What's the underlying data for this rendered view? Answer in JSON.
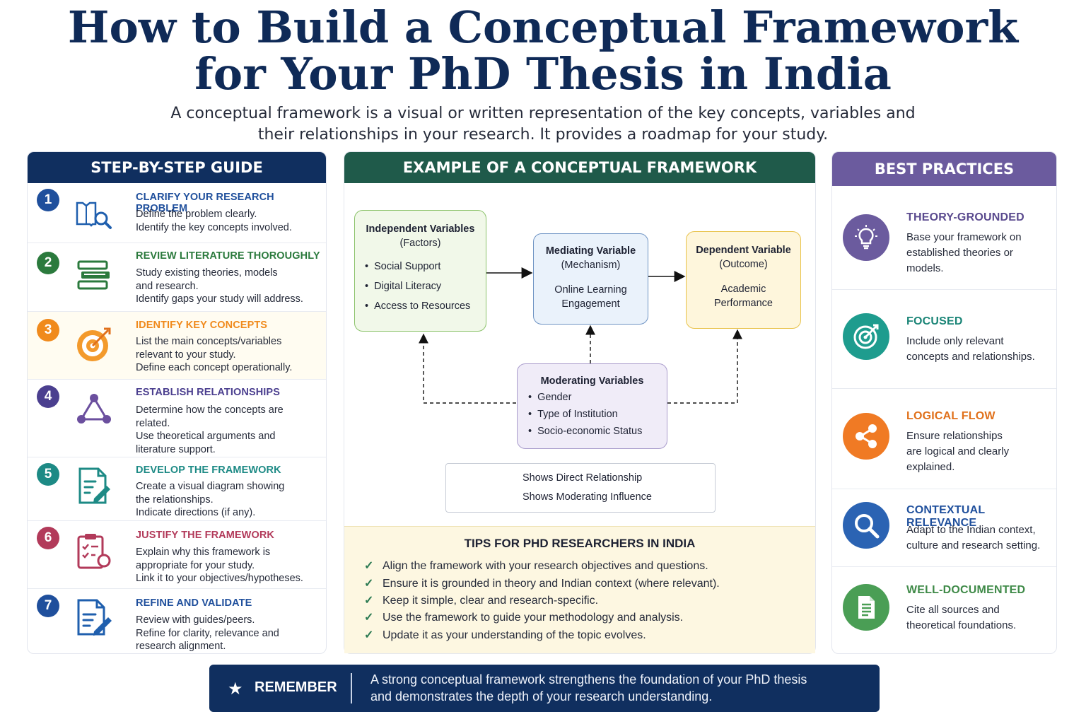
{
  "header": {
    "title_line1": "How to Build a Conceptual Framework",
    "title_line2": "for Your PhD Thesis in India",
    "subtitle_line1": "A conceptual framework is a visual or written representation of the key concepts, variables and",
    "subtitle_line2": "their relationships in your research. It provides a roadmap for your study."
  },
  "steps": {
    "heading": "STEP-BY-STEP GUIDE",
    "items": [
      {
        "num": "1",
        "title": "CLARIFY YOUR RESEARCH PROBLEM",
        "lines": [
          "Define the problem clearly.",
          "Identify the key concepts involved."
        ],
        "color": "#1f4f9c",
        "icon": "book-search-icon"
      },
      {
        "num": "2",
        "title": "REVIEW LITERATURE THOROUGHLY",
        "lines": [
          "Study existing theories, models",
          "and research.",
          "Identify gaps your study will address."
        ],
        "color": "#2b7a3d",
        "icon": "books-stack-icon"
      },
      {
        "num": "3",
        "title": "IDENTIFY KEY CONCEPTS",
        "lines": [
          "List the main concepts/variables",
          "relevant to your study.",
          "Define each concept operationally."
        ],
        "color": "#f08a1c",
        "icon": "target-icon"
      },
      {
        "num": "4",
        "title": "ESTABLISH RELATIONSHIPS",
        "lines": [
          "Determine how the concepts are",
          "related.",
          "Use theoretical arguments and",
          "literature support."
        ],
        "color": "#4b3f8f",
        "icon": "network-triangle-icon"
      },
      {
        "num": "5",
        "title": "DEVELOP THE FRAMEWORK",
        "lines": [
          "Create a visual diagram showing",
          "the relationships.",
          "Indicate directions (if any)."
        ],
        "color": "#1d8a85",
        "icon": "document-edit-icon"
      },
      {
        "num": "6",
        "title": "JUSTIFY THE FRAMEWORK",
        "lines": [
          "Explain why this framework is",
          "appropriate for your study.",
          "Link it to your objectives/hypotheses."
        ],
        "color": "#b23a5a",
        "icon": "clipboard-check-icon"
      },
      {
        "num": "7",
        "title": "REFINE AND VALIDATE",
        "lines": [
          "Review with guides/peers.",
          "Refine for clarity, relevance and",
          "research alignment."
        ],
        "color": "#1f4f9c",
        "icon": "pencil-document-icon"
      }
    ]
  },
  "framework": {
    "heading": "EXAMPLE OF A CONCEPTUAL FRAMEWORK",
    "independent": {
      "title": "Independent Variables",
      "sub": "(Factors)",
      "items": [
        "Social Support",
        "Digital Literacy",
        "Access to Resources"
      ]
    },
    "mediating": {
      "title": "Mediating Variable",
      "sub": "(Mechanism)",
      "body1": "Online Learning",
      "body2": "Engagement"
    },
    "dependent": {
      "title": "Dependent Variable",
      "sub": "(Outcome)",
      "body1": "Academic",
      "body2": "Performance"
    },
    "moderating": {
      "title": "Moderating Variables",
      "items": [
        "Gender",
        "Type of Institution",
        "Socio-economic Status"
      ]
    },
    "legend": {
      "direct": "Shows Direct Relationship",
      "moderating": "Shows Moderating Influence"
    },
    "colors": {
      "independent": "#8cc36b",
      "mediating": "#6f94c4",
      "dependent": "#e8c24a",
      "moderating": "#a99ccc"
    }
  },
  "tips": {
    "heading": "TIPS FOR PHD RESEARCHERS IN INDIA",
    "items": [
      "Align the framework with your research objectives and questions.",
      "Ensure it is grounded in theory and Indian context (where relevant).",
      "Keep it simple, clear and research-specific.",
      "Use the framework to guide your methodology and analysis.",
      "Update it as your understanding of the topic evolves."
    ]
  },
  "best": {
    "heading": "BEST PRACTICES",
    "items": [
      {
        "title": "THEORY-GROUNDED",
        "lines": [
          "Base your framework on",
          "established theories or",
          "models."
        ],
        "color": "#6b5b9e",
        "icon": "lightbulb-icon"
      },
      {
        "title": "FOCUSED",
        "lines": [
          "Include only relevant",
          "concepts and relationships."
        ],
        "color": "#1e9c8e",
        "icon": "target-icon"
      },
      {
        "title": "LOGICAL FLOW",
        "lines": [
          "Ensure relationships",
          "are logical and clearly",
          "explained."
        ],
        "color": "#f07a24",
        "icon": "share-network-icon"
      },
      {
        "title": "CONTEXTUAL RELEVANCE",
        "lines": [
          "Adapt to the Indian context,",
          "culture and research setting."
        ],
        "color": "#2b63b3",
        "icon": "magnifier-icon"
      },
      {
        "title": "WELL-DOCUMENTED",
        "lines": [
          "Cite all sources and",
          "theoretical foundations."
        ],
        "color": "#4a9e55",
        "icon": "document-icon"
      }
    ]
  },
  "remember": {
    "label": "REMEMBER",
    "line1": "A strong conceptual framework strengthens the foundation of your PhD thesis",
    "line2": "and demonstrates the depth of your research understanding."
  }
}
